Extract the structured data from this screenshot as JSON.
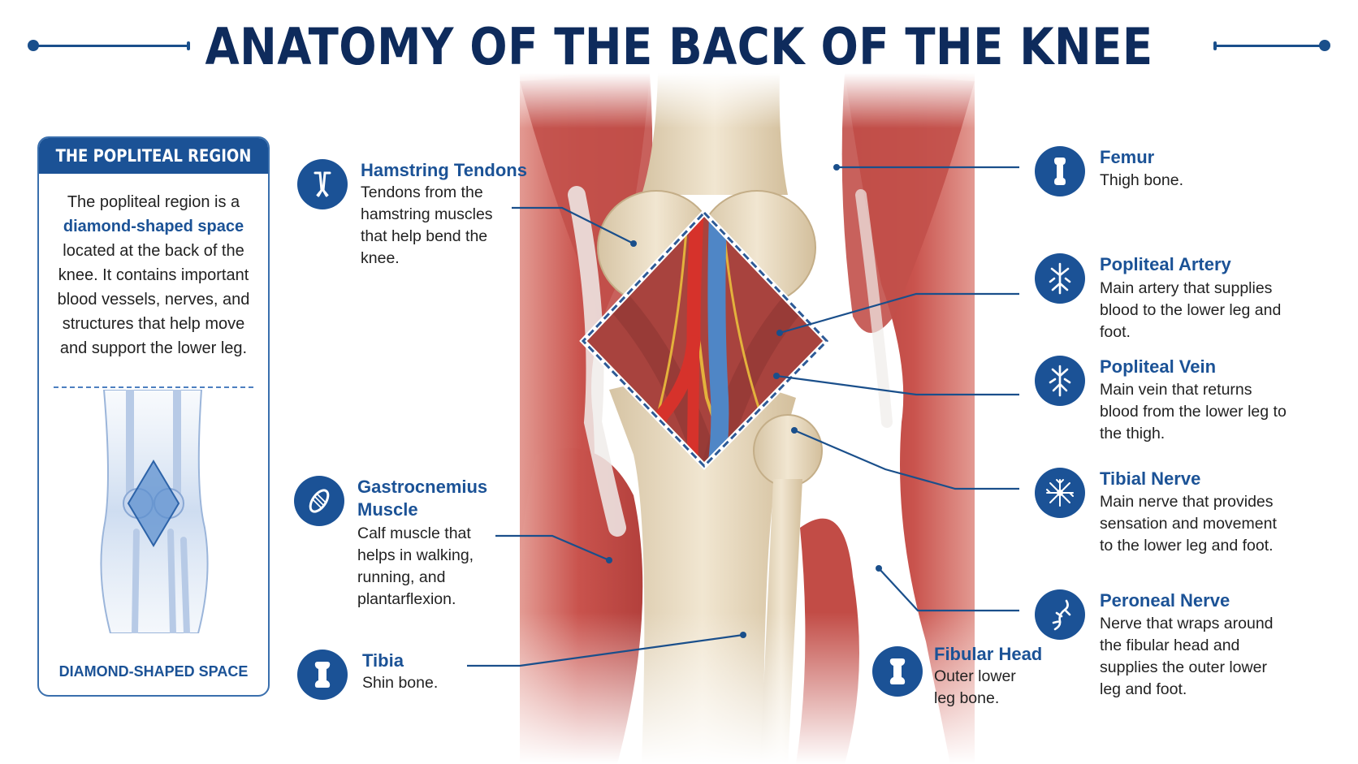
{
  "title": "ANATOMY OF THE BACK OF THE KNEE",
  "colors": {
    "navy": "#0e2b5c",
    "accent_blue": "#1b5296",
    "muscle_red": "#c9534d",
    "bone_beige": "#e9dcc3",
    "artery_red": "#d6322b",
    "vein_blue": "#4f86c6",
    "nerve_yellow": "#e3b23c"
  },
  "panel": {
    "heading": "THE POPLITEAL REGION",
    "text_before": "The popliteal region is a",
    "highlight": "diamond-shaped space",
    "text_after": "located at the back of the knee. It contains important blood vessels, nerves, and structures that help move and support the lower leg.",
    "caption": "DIAMOND-SHAPED SPACE"
  },
  "labels": {
    "hamstring": {
      "title": "Hamstring Tendons",
      "desc": "Tendons from the hamstring muscles that help bend the knee.",
      "icon": "tendon-icon"
    },
    "gastrocnemius": {
      "title_line1": "Gastrocnemius",
      "title_line2": "Muscle",
      "desc": "Calf muscle that helps in walking, running, and plantarflexion.",
      "icon": "muscle-icon"
    },
    "tibia": {
      "title": "Tibia",
      "desc": "Shin bone.",
      "icon": "bone-icon"
    },
    "femur": {
      "title": "Femur",
      "desc": "Thigh bone.",
      "icon": "bone-icon"
    },
    "artery": {
      "title": "Popliteal Artery",
      "desc": "Main artery that supplies blood to the lower leg and foot.",
      "icon": "artery-icon"
    },
    "vein": {
      "title": "Popliteal Vein",
      "desc": "Main vein that returns blood from the lower leg to the thigh.",
      "icon": "vein-icon"
    },
    "tibial_nerve": {
      "title": "Tibial Nerve",
      "desc": "Main nerve that provides sensation and movement to the lower leg and foot.",
      "icon": "nerve-icon"
    },
    "peroneal_nerve": {
      "title": "Peroneal Nerve",
      "desc": "Nerve that wraps around the fibular head and supplies the outer lower leg and foot.",
      "icon": "nerve-icon"
    },
    "fibular_head": {
      "title": "Fibular Head",
      "desc": "Outer lower leg bone.",
      "icon": "bone-icon"
    }
  }
}
